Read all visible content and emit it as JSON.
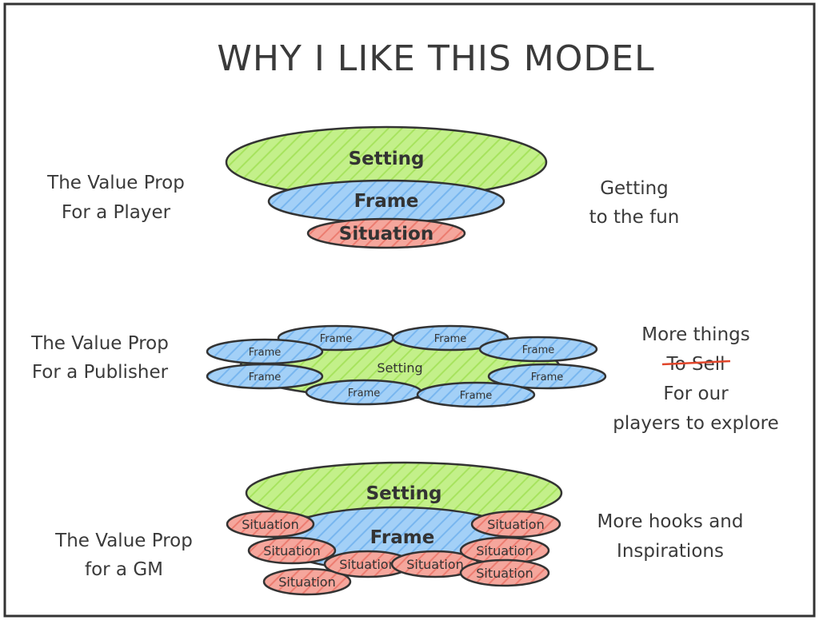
{
  "title": "WHY I LIKE THIS MODEL",
  "player": {
    "left_line1": "The Value Prop",
    "left_line2": "For a Player",
    "right_line1": "Getting",
    "right_line2": "to the fun",
    "setting": "Setting",
    "frame": "Frame",
    "situation": "Situation"
  },
  "publisher": {
    "left_line1": "The Value Prop",
    "left_line2": "For a Publisher",
    "right_line1": "More things",
    "right_struck": "To Sell",
    "right_line3": "For our",
    "right_line4": "players to explore",
    "setting": "Setting",
    "frame": "Frame"
  },
  "gm": {
    "left_line1": "The Value Prop",
    "left_line2": "for a GM",
    "right_line1": "More hooks and",
    "right_line2": "Inspirations",
    "setting": "Setting",
    "frame": "Frame",
    "situation": "Situation"
  },
  "colors": {
    "setting": "#b9ef7a",
    "frame": "#8fc6f5",
    "situation": "#f2948a",
    "outline": "#333333",
    "strike": "#e0452a"
  }
}
